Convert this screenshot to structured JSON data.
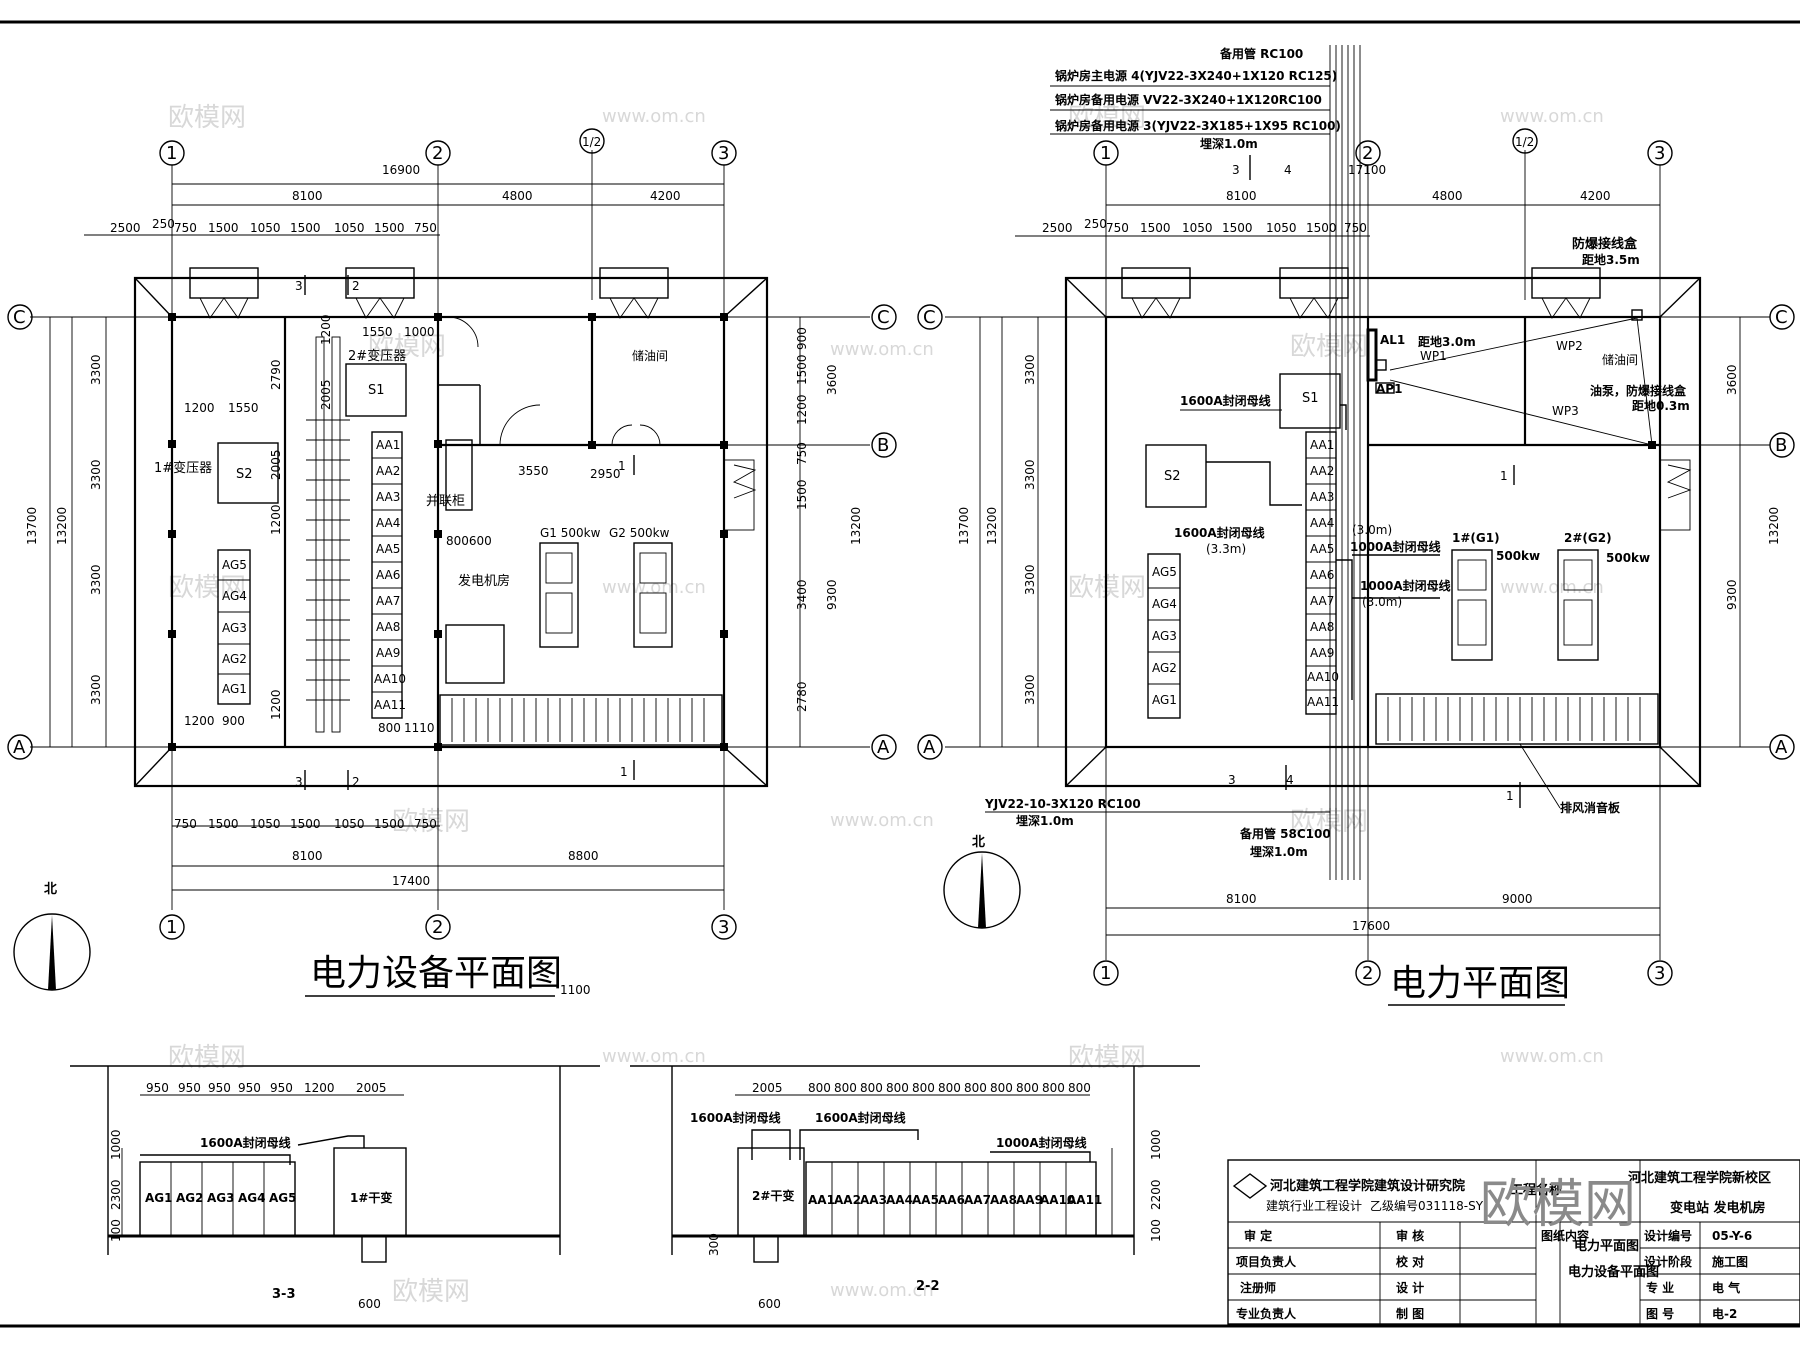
{
  "watermark": {
    "brand": "欧模网",
    "site": "www.om.cn"
  },
  "axes": {
    "c1": "1",
    "c2": "2",
    "c12": "1/2",
    "c3": "3",
    "rA": "A",
    "rB": "B",
    "rC": "C"
  },
  "left_plan": {
    "title": "电力设备平面图",
    "scale_note": "1100",
    "north": "北",
    "top_dims": {
      "total": "16900",
      "d1": "8100",
      "d2": "4800",
      "d3": "4200",
      "seg": [
        "2500",
        "250",
        "750",
        "1500",
        "1050",
        "1500",
        "1050",
        "1500",
        "750"
      ]
    },
    "bottom_dims": {
      "total": "17400",
      "d1": "8100",
      "d2": "8800",
      "seg": [
        "750",
        "1500",
        "1050",
        "1500",
        "1050",
        "1500",
        "750"
      ]
    },
    "left_dims": [
      "13700",
      "13200",
      "3300",
      "3300",
      "3300",
      "3300"
    ],
    "right_dims": [
      "900",
      "1500",
      "1200",
      "3600",
      "750",
      "1500",
      "13200",
      "3400",
      "9300",
      "2780"
    ],
    "labels": {
      "t2": "2#变压器",
      "s1": "S1",
      "s2": "S2",
      "t1": "1#变压器",
      "oil": "储油间",
      "parallel": "并联柜",
      "genroom": "发电机房",
      "g1": "G1 500kw",
      "g2": "G2 500kw",
      "d1550": "1550",
      "d1000": "1000",
      "d1200a": "1200",
      "d1550b": "1550",
      "d2790": "2790",
      "d2005a": "2005",
      "d2005b": "2005",
      "d3550": "3550",
      "d2950": "2950",
      "d800600": "800600",
      "d1200b": "1200",
      "d900": "900",
      "d800": "800",
      "d1110": "1110",
      "d1200c": "1200",
      "d1200d": "1200",
      "d1200e": "1200"
    },
    "ag": [
      "AG5",
      "AG4",
      "AG3",
      "AG2",
      "AG1"
    ],
    "aa": [
      "AA1",
      "AA2",
      "AA3",
      "AA4",
      "AA5",
      "AA6",
      "AA7",
      "AA8",
      "AA9",
      "AA10",
      "AA11"
    ]
  },
  "right_plan": {
    "title": "电力平面图",
    "north": "北",
    "cables": [
      "备用管 RC100",
      "锅炉房主电源 4(YJV22-3X240+1X120 RC125)",
      "锅炉房备用电源 VV22-3X240+1X120RC100",
      "锅炉房备用电源 3(YJV22-3X185+1X95 RC100)",
      "埋深1.0m"
    ],
    "top_dims": {
      "total": "17100",
      "d1": "8100",
      "d2": "4800",
      "d3": "4200",
      "seg": [
        "2500",
        "250",
        "750",
        "1500",
        "1050",
        "1500",
        "1050",
        "1500",
        "750"
      ]
    },
    "bottom_dims": {
      "total": "17600",
      "d1": "8100",
      "d2": "9000"
    },
    "left_dims": [
      "13700",
      "13200",
      "3300",
      "3300",
      "3300",
      "3300"
    ],
    "right_dims": [
      "3600",
      "13200",
      "9300"
    ],
    "labels": {
      "explosion_box": "防爆接线盒",
      "h35": "距地3.5m",
      "al1": "AL1",
      "h30": "距地3.0m",
      "wp1": "WP1",
      "wp2": "WP2",
      "wp3": "WP3",
      "oilroom": "储油间",
      "ap1": "AP1",
      "pump": "油泵，防爆接线盒",
      "h03": "距地0.3m",
      "bus1600a": "1600A封闭母线",
      "bus1600b": "1600A封闭母线",
      "h33": "(3.3m)",
      "bus1000a": "1000A封闭母线",
      "bus1000b": "1000A封闭母线",
      "h30a": "(3.0m)",
      "h30b": "(3.0m)",
      "s1": "S1",
      "s2": "S2",
      "g1": "1#(G1)",
      "g2": "2#(G2)",
      "kw1": "500kw",
      "kw2": "500kw",
      "exhaust": "排风消音板",
      "cable_bottom": "YJV22-10-3X120 RC100",
      "depth": "埋深1.0m",
      "spare": "备用管 58C100",
      "depth2": "埋深1.0m"
    },
    "ag": [
      "AG5",
      "AG4",
      "AG3",
      "AG2",
      "AG1"
    ],
    "aa": [
      "AA1",
      "AA2",
      "AA3",
      "AA4",
      "AA5",
      "AA6",
      "AA7",
      "AA8",
      "AA9",
      "AA10",
      "AA11"
    ]
  },
  "section33": {
    "title": "3-3",
    "dims": [
      "950",
      "950",
      "950",
      "950",
      "950",
      "1200",
      "2005"
    ],
    "bus": "1600A封闭母线",
    "panels": [
      "AG1",
      "AG2",
      "AG3",
      "AG4",
      "AG5"
    ],
    "transformer": "1#干变",
    "vdims": [
      "1000",
      "2300",
      "100"
    ],
    "bottom": "600"
  },
  "section22": {
    "title": "2-2",
    "dims": [
      "2005",
      "800",
      "800",
      "800",
      "800",
      "800",
      "800",
      "800",
      "800",
      "800",
      "800",
      "800"
    ],
    "bus1": "1600A封闭母线",
    "bus2": "1600A封闭母线",
    "bus3": "1000A封闭母线",
    "transformer": "2#干变",
    "panels": [
      "AA1",
      "AA2",
      "AA3",
      "AA4",
      "AA5",
      "AA6",
      "AA7",
      "AA8",
      "AA9",
      "AA10",
      "AA11"
    ],
    "vdims": [
      "1000",
      "2200",
      "100"
    ],
    "left_vdim": "300",
    "bottom": "600"
  },
  "title_block": {
    "institute": "河北建筑工程学院建筑设计研究院",
    "license": "建筑行业工程设计",
    "license_no": "乙级编号031118-SY",
    "project_label": "工程名称",
    "project": "河北建筑工程学院新校区",
    "project2": "变电站 发电机房",
    "rows_left": [
      "审 定",
      "项目负责人",
      "注册师",
      "专业负责人"
    ],
    "rows_mid": [
      "审 核",
      "校 对",
      "设 计",
      "制 图"
    ],
    "content_label": "图纸内容",
    "content1": "电力平面图",
    "content2": "电力设备平面图",
    "meta_labels": [
      "设计编号",
      "设计阶段",
      "专 业",
      "图 号"
    ],
    "meta_values": [
      "05-Y-6",
      "施工图",
      "电 气",
      "电-2"
    ]
  }
}
